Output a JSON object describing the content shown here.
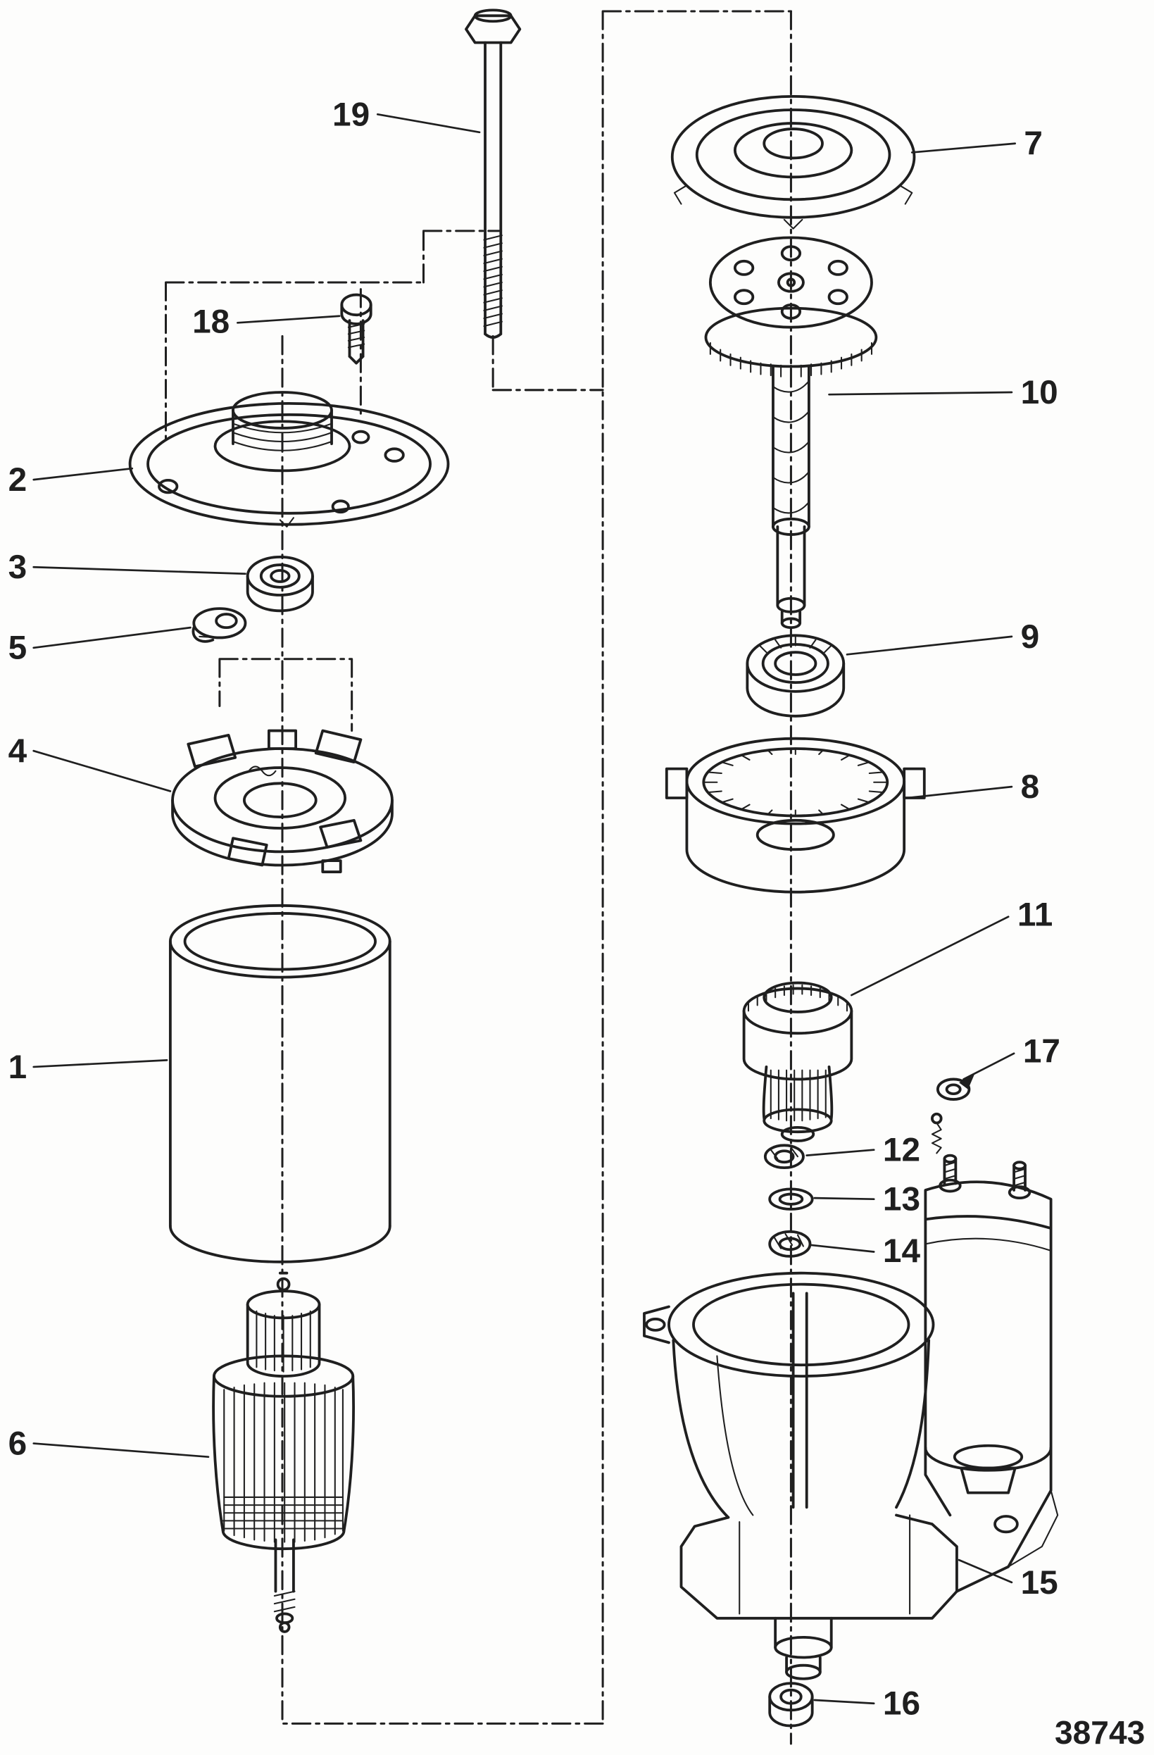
{
  "diagram": {
    "number": "38743",
    "callouts": [
      "1",
      "2",
      "3",
      "4",
      "5",
      "6",
      "7",
      "8",
      "9",
      "10",
      "11",
      "12",
      "13",
      "14",
      "15",
      "16",
      "17",
      "18",
      "19"
    ],
    "ink_color": "#1f1f1f",
    "background_color": "#ffffff"
  }
}
